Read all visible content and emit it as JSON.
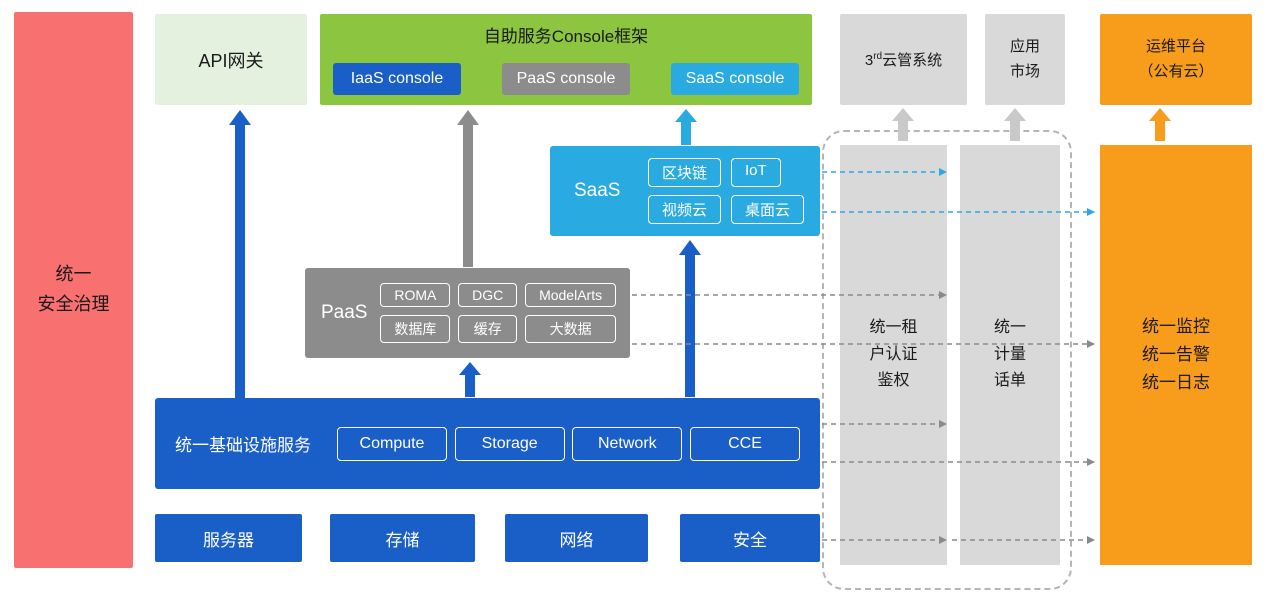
{
  "colors": {
    "red": "#F87070",
    "pale_green": "#E4F1DF",
    "green": "#8CC540",
    "blue": "#1A5EC8",
    "gray": "#8C8C8C",
    "light_gray": "#D9D9D9",
    "cyan": "#29ABE2",
    "orange": "#F89C1C"
  },
  "security_bar": {
    "label": "统一\n安全治理"
  },
  "top_row": {
    "api_gateway": {
      "label": "API网关"
    },
    "console_frame": {
      "title": "自助服务Console框架",
      "consoles": [
        {
          "label": "IaaS console"
        },
        {
          "label": "PaaS console"
        },
        {
          "label": "SaaS console"
        }
      ]
    },
    "third_party_cloud": {
      "prefix": "3",
      "sup": "rd",
      "suffix": "云管系统"
    },
    "app_market": {
      "label": "应用\n市场"
    },
    "om_platform": {
      "label": "运维平台\n（公有云）"
    }
  },
  "saas": {
    "label": "SaaS",
    "items": [
      "区块链",
      "IoT",
      "视频云",
      "桌面云"
    ]
  },
  "paas": {
    "label": "PaaS",
    "items": [
      "ROMA",
      "DGC",
      "ModelArts",
      "数据库",
      "缓存",
      "大数据"
    ]
  },
  "iaas": {
    "label": "统一基础设施服务",
    "items": [
      "Compute",
      "Storage",
      "Network",
      "CCE"
    ]
  },
  "hardware_row": {
    "items": [
      "服务器",
      "存储",
      "网络",
      "安全"
    ]
  },
  "right_bars": {
    "tenant_auth": {
      "label": "统一租\n户认证\n鉴权"
    },
    "metering": {
      "label": "统一\n计量\n话单"
    },
    "monitoring": {
      "label": "统一监控\n统一告警\n统一日志"
    }
  }
}
